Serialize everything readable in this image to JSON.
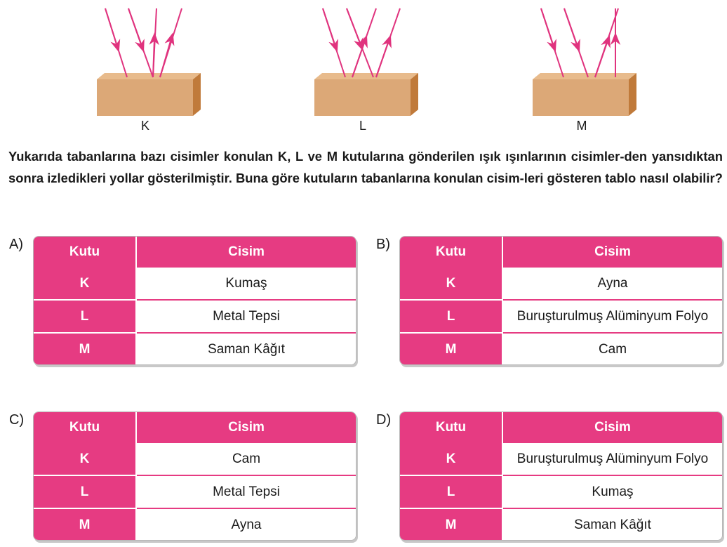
{
  "figure": {
    "box_labels": [
      "K",
      "L",
      "M"
    ],
    "colors": {
      "ray": "#e0337e",
      "box_front": "#dca877",
      "box_top": "#e8bb8c",
      "box_side": "#c07a3a"
    }
  },
  "question": "Yukarıda tabanlarına bazı cisimler konulan K, L ve M kutularına gönderilen ışık ışınlarının cisimler-den yansıdıktan sonra izledikleri yollar gösterilmiştir. Buna göre kutuların tabanlarına konulan cisim-leri gösteren tablo nasıl olabilir?",
  "options": [
    {
      "letter": "A)",
      "header": [
        "Kutu",
        "Cisim"
      ],
      "rows": [
        [
          "K",
          "Kumaş"
        ],
        [
          "L",
          "Metal Tepsi"
        ],
        [
          "M",
          "Saman Kâğıt"
        ]
      ]
    },
    {
      "letter": "B)",
      "header": [
        "Kutu",
        "Cisim"
      ],
      "rows": [
        [
          "K",
          "Ayna"
        ],
        [
          "L",
          "Buruşturulmuş Alüminyum Folyo"
        ],
        [
          "M",
          "Cam"
        ]
      ]
    },
    {
      "letter": "C)",
      "header": [
        "Kutu",
        "Cisim"
      ],
      "rows": [
        [
          "K",
          "Cam"
        ],
        [
          "L",
          "Metal Tepsi"
        ],
        [
          "M",
          "Ayna"
        ]
      ]
    },
    {
      "letter": "D)",
      "header": [
        "Kutu",
        "Cisim"
      ],
      "rows": [
        [
          "K",
          "Buruşturulmuş Alüminyum Folyo"
        ],
        [
          "L",
          "Kumaş"
        ],
        [
          "M",
          "Saman Kâğıt"
        ]
      ]
    }
  ],
  "accent_color": "#e63b82"
}
